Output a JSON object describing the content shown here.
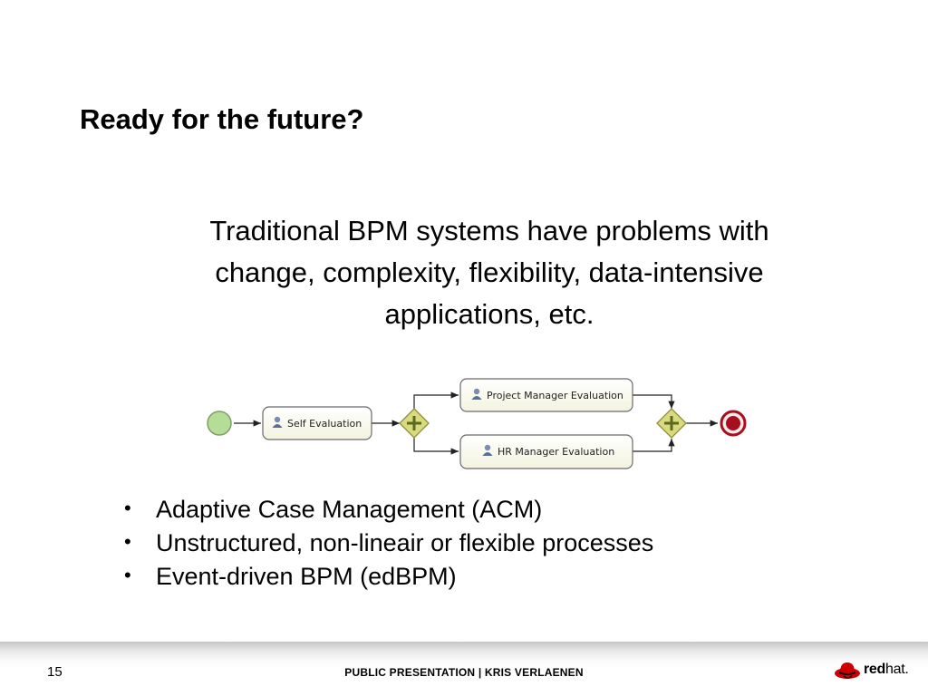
{
  "slide": {
    "title": "Ready for the future?",
    "intro_lines": [
      "Traditional BPM systems have problems with",
      "change, complexity, flexibility, data-intensive",
      "applications, etc."
    ],
    "bullets": [
      "Adaptive Case Management (ACM)",
      "Unstructured, non-lineair or flexible processes",
      "Event-driven BPM (edBPM)"
    ]
  },
  "diagram": {
    "tasks": {
      "self_evaluation": "Self Evaluation",
      "project_manager_evaluation": "Project Manager Evaluation",
      "hr_manager_evaluation": "HR Manager Evaluation"
    },
    "icons": [
      "start-event-icon",
      "user-task-icon",
      "parallel-gateway-icon",
      "end-event-icon"
    ],
    "colors": {
      "start_event": "#b5dd97",
      "end_event": "#a80f1e",
      "gateway": "#d9d97f",
      "task_fill": "#fdfdf0"
    }
  },
  "footer": {
    "page_number": "15",
    "text": "PUBLIC PRESENTATION | KRIS VERLAENEN",
    "logo_text_bold": "red",
    "logo_text_light": "hat."
  }
}
